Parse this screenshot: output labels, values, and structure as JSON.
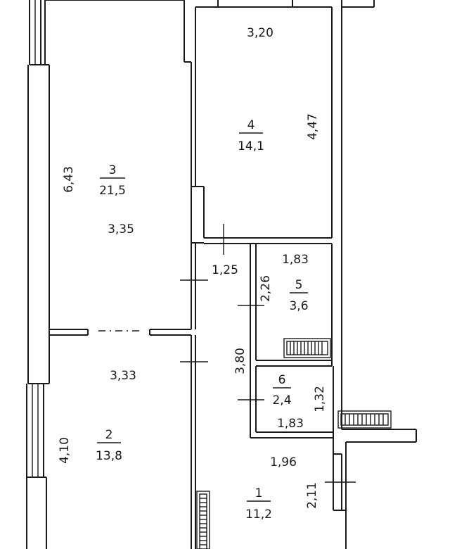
{
  "rooms": [
    {
      "number": "1",
      "area": "11,2"
    },
    {
      "number": "2",
      "area": "13,8"
    },
    {
      "number": "3",
      "area": "21,5"
    },
    {
      "number": "4",
      "area": "14,1"
    },
    {
      "number": "5",
      "area": "3,6"
    },
    {
      "number": "6",
      "area": "2,4"
    }
  ],
  "dimensions": {
    "room3_height": "6,43",
    "room3_width": "3,35",
    "room4_width": "3,20",
    "room4_height": "4,47",
    "corridor_width": "1,25",
    "room5_width": "1,83",
    "room5_height": "2,26",
    "corridor_height": "3,80",
    "room2_width": "3,33",
    "room2_height": "4,10",
    "room6_height": "1,32",
    "room6_width": "1,83",
    "hall_width": "1,96",
    "hall_door_width": "2,11"
  }
}
